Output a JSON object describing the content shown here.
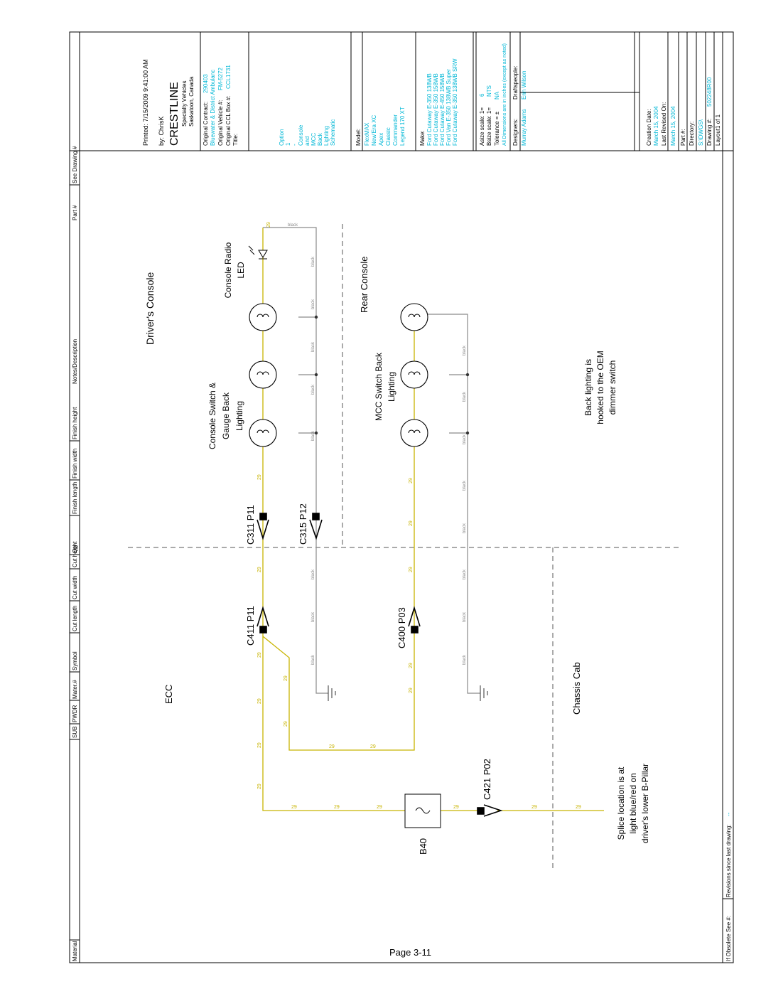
{
  "page": {
    "number": "Page 3-11"
  },
  "bottom_table": {
    "headers": [
      "Material",
      "SUB",
      "PWDR",
      "Mater.#",
      "Symbol",
      "Cut length",
      "Cut width",
      "Cut height",
      "Qty",
      "Finish length",
      "Finish width",
      "Finish height",
      "Notes/Description",
      "Part #",
      "See Drawing #"
    ]
  },
  "top_strip": {
    "obsolete": "If Obsolete See #:",
    "revisions": "Revisions since last drawing:",
    "revisions_value": "--"
  },
  "title_block": {
    "printed": "Printed: 7/15/2009 9:41:00 AM",
    "by": "by: ChrisK",
    "logo": "CRESTLINE",
    "company_line1": "Specialty Vehicles",
    "company_line2": "Saskatoon, Canada",
    "original_contract_label": "Original Contract:",
    "original_contract_value": "290403",
    "customer_value": "Bluewater & District Ambulanc",
    "original_vehicle_label": "Original Vehicle #:",
    "original_vehicle_value": "FM-5272",
    "original_ccl_label": "Original CCL Box #:",
    "original_ccl_value": "CCL1731",
    "title_label": "Title:",
    "title_lines": [
      "Option",
      "1",
      "-",
      "Console",
      "and",
      "MCC",
      "Back",
      "Lighting",
      "Schematic"
    ],
    "model_label": "Model:",
    "model_lines": [
      "FlexMAX",
      "New'Era XC",
      "Apex",
      "Classic",
      "Commander",
      "Legend 170 XT"
    ],
    "make_label": "Make:",
    "make_lines": [
      "Ford Cutaway E-350 138WB",
      "Ford Cutaway E-350 158WB",
      "Ford Cutaway E-450 158WB",
      "Ford Van E-350 138WB Super",
      "Ford Cutaway E-350 138WB SRW"
    ],
    "asize_label": "Asize scale: 1=",
    "asize_value": "6",
    "bsize_label": "Bsize scale: 1=",
    "bsize_value": "NTS",
    "tolerance_label": "Tolerance = ±",
    "tolerance_value": "NA",
    "tolerance_note": "All Dimensions are in inches (except as noted)",
    "designers_label": "Designers:",
    "designers_value": "Murray Adams",
    "draftspeople_label": "Draftspeople:",
    "draftspeople_value": "Erin Wilson",
    "creation_label": "Creation Date:",
    "creation_value": "March 15, 2004",
    "revised_label": "Last Revised On:",
    "revised_value": "March 15, 2004",
    "part_label": "Part #:",
    "directory_label": "Directory:",
    "directory_value": "S:\\DWGS\\",
    "drawing_label": "Drawing #:",
    "drawing_value": "502248R00",
    "layout_label": "Layout1 of 1"
  },
  "diagram": {
    "regions": [
      "Driver's Console",
      "Rear Console",
      "ECC",
      "Chassis Cab"
    ],
    "components": {
      "console_group": "Console Switch & Gauge Back Lighting",
      "radio_led": "Console Radio LED",
      "mcc_group": "MCC Switch Back Lighting",
      "fuse": "B40"
    },
    "connectors": [
      "C311 P11",
      "C315 P12",
      "C411 P11",
      "C400 P03",
      "C421 P02"
    ],
    "wire_labels": {
      "power": "29",
      "ground": "black"
    },
    "notes": {
      "back_lighting": [
        "Back lighting is",
        "hooked to the OEM",
        "dimmer switch"
      ],
      "splice": [
        "Splice location is at",
        "light blue/red on",
        "driver's lower B-Pillar"
      ]
    }
  },
  "colors": {
    "wire_power": "#c8b400",
    "wire_ground": "#8a8a8a",
    "cyan_text": "#00b7d6",
    "line": "#000000"
  }
}
